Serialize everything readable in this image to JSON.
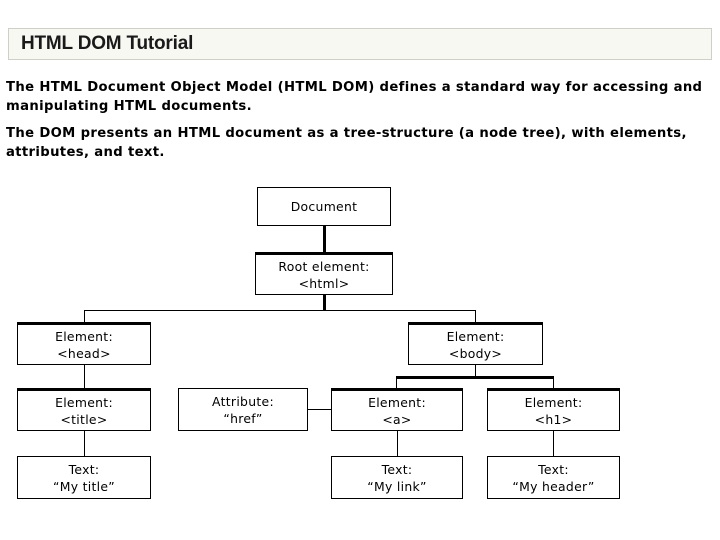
{
  "page": {
    "background": "#ffffff",
    "title_bar_background": "#f8f8f3",
    "title_bar_border": "#cfcfc8",
    "text_color": "#000000"
  },
  "header": {
    "title": "HTML DOM Tutorial"
  },
  "intro": {
    "paragraph_1": "The HTML Document Object Model (HTML DOM) defines a standard way for accessing and manipulating HTML documents.",
    "paragraph_2": "The DOM presents an HTML document as a tree-structure (a node tree), with elements, attributes, and text."
  },
  "diagram": {
    "nodes": {
      "document": {
        "line1": "Document",
        "line2": ""
      },
      "root": {
        "line1": "Root element:",
        "line2": "<html>"
      },
      "head": {
        "line1": "Element:",
        "line2": "<head>"
      },
      "body": {
        "line1": "Element:",
        "line2": "<body>"
      },
      "title": {
        "line1": "Element:",
        "line2": "<title>"
      },
      "attr_href": {
        "line1": "Attribute:",
        "line2": "“href”"
      },
      "anchor": {
        "line1": "Element:",
        "line2": "<a>"
      },
      "h1": {
        "line1": "Element:",
        "line2": "<h1>"
      },
      "text_title": {
        "line1": "Text:",
        "line2": "“My title”"
      },
      "text_link": {
        "line1": "Text:",
        "line2": "“My link”"
      },
      "text_header": {
        "line1": "Text:",
        "line2": "“My header”"
      }
    }
  }
}
